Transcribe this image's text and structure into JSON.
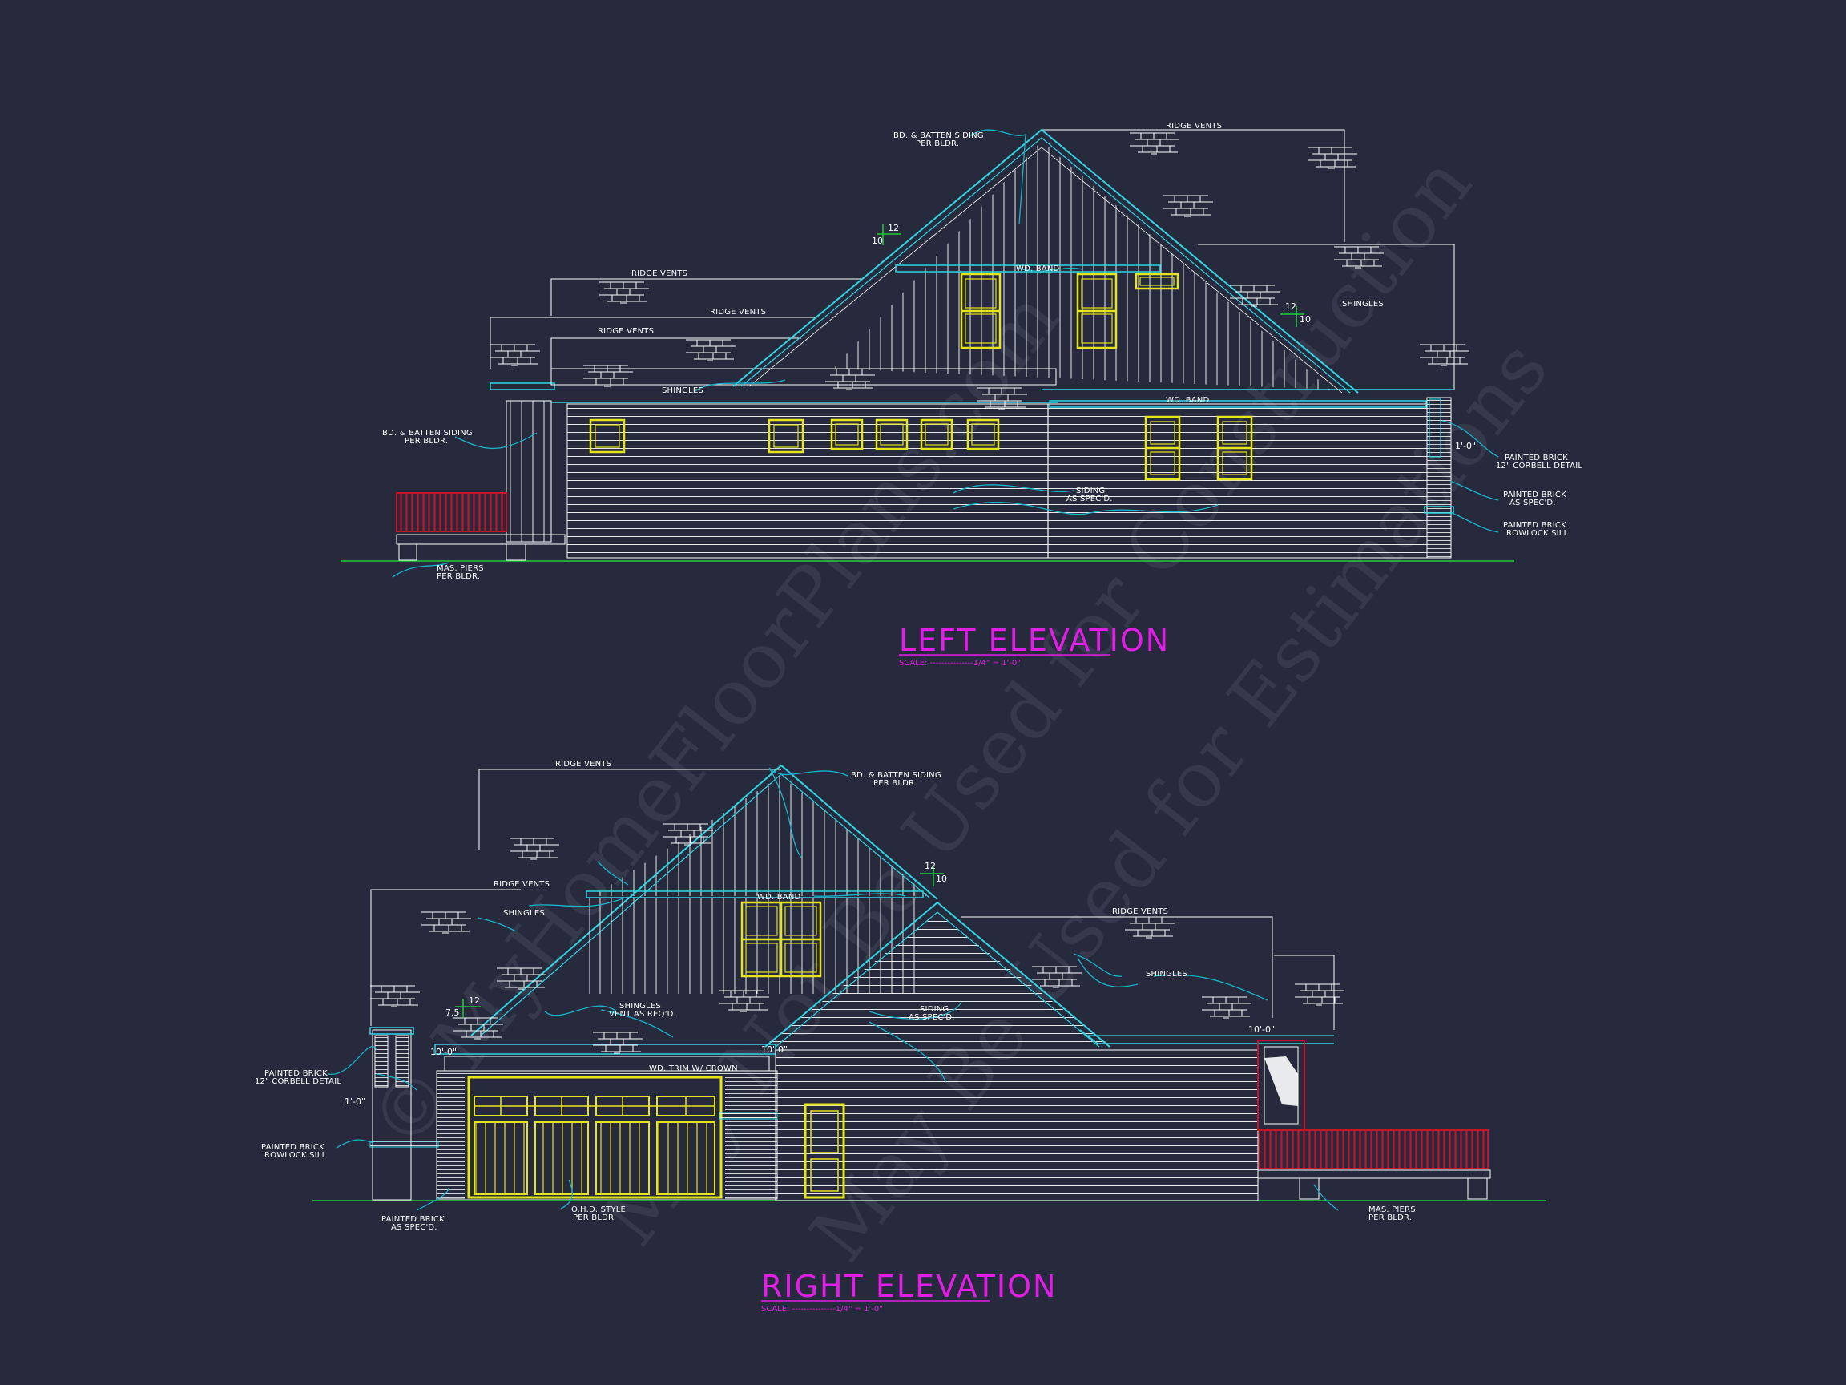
{
  "colors": {
    "background": "#262a3c",
    "outline": "#ffffff",
    "roof_trim": "#2fd6e3",
    "leader": "#19b3c9",
    "window": "#e5e51c",
    "railing": "#c8142a",
    "ground": "#1fcf3a",
    "title": "#e01ee6"
  },
  "watermark": {
    "line1": "© MyHomeFloorPlans.com",
    "line2": "May Not Be Used for Construction",
    "line3": "May Be Used for Estimations"
  },
  "left_elevation": {
    "title": "LEFT ELEVATION",
    "scale": "SCALE: ---------------1/4\" = 1'-0\"",
    "notes": {
      "bd_batten_top_1": "BD. & BATTEN SIDING",
      "bd_batten_top_2": "PER BLDR.",
      "ridge_vents_top": "RIDGE VENTS",
      "ridge_vents_a": "RIDGE VENTS",
      "ridge_vents_b": "RIDGE VENTS",
      "ridge_vents_c": "RIDGE VENTS",
      "wd_band_upper": "WD. BAND",
      "wd_band_lower": "WD. BAND",
      "shingles_right": "SHINGLES",
      "shingles_left": "SHINGLES",
      "bd_batten_left_1": "BD. & BATTEN SIDING",
      "bd_batten_left_2": "PER BLDR.",
      "siding_1": "SIDING",
      "siding_2": "AS SPEC'D.",
      "mas_piers_1": "MAS. PIERS",
      "mas_piers_2": "PER BLDR.",
      "corbell_1": "PAINTED BRICK",
      "corbell_2": "12\" CORBELL DETAIL",
      "brick_spec_1": "PAINTED BRICK",
      "brick_spec_2": "AS SPEC'D.",
      "rowlock_1": "PAINTED BRICK",
      "rowlock_2": "ROWLOCK SILL"
    },
    "pitch_a": {
      "rise": "10",
      "run": "12"
    },
    "pitch_b": {
      "rise": "10",
      "run": "12"
    },
    "dim_corbel": "1'-0\""
  },
  "right_elevation": {
    "title": "RIGHT ELEVATION",
    "scale": "SCALE: ---------------1/4\" = 1'-0\"",
    "notes": {
      "ridge_vents_top": "RIDGE VENTS",
      "bd_batten_1": "BD. & BATTEN SIDING",
      "bd_batten_2": "PER BLDR.",
      "ridge_vents_left": "RIDGE VENTS",
      "shingles_left": "SHINGLES",
      "wd_band": "WD. BAND",
      "ridge_vents_right": "RIDGE VENTS",
      "shingles_right": "SHINGLES",
      "shingles_vent_1": "SHINGLES",
      "shingles_vent_2": "VENT AS REQ'D.",
      "siding_1": "SIDING",
      "siding_2": "AS SPEC'D.",
      "wd_trim": "WD. TRIM W/ CROWN",
      "corbell_1": "PAINTED BRICK",
      "corbell_2": "12\" CORBELL DETAIL",
      "rowlock_1": "PAINTED BRICK",
      "rowlock_2": "ROWLOCK SILL",
      "brick_spec_1": "PAINTED BRICK",
      "brick_spec_2": "AS SPEC'D.",
      "ohd_1": "O.H.D. STYLE",
      "ohd_2": "PER BLDR.",
      "mas_piers_1": "MAS. PIERS",
      "mas_piers_2": "PER BLDR."
    },
    "pitch_main": {
      "rise": "10",
      "run": "12"
    },
    "pitch_small": {
      "rise": "7.5",
      "run": "12"
    },
    "dim_corbel": "1'-0\"",
    "height_a": "10'-0\"",
    "height_b": "10'-0\"",
    "height_c": "10'-0\""
  }
}
